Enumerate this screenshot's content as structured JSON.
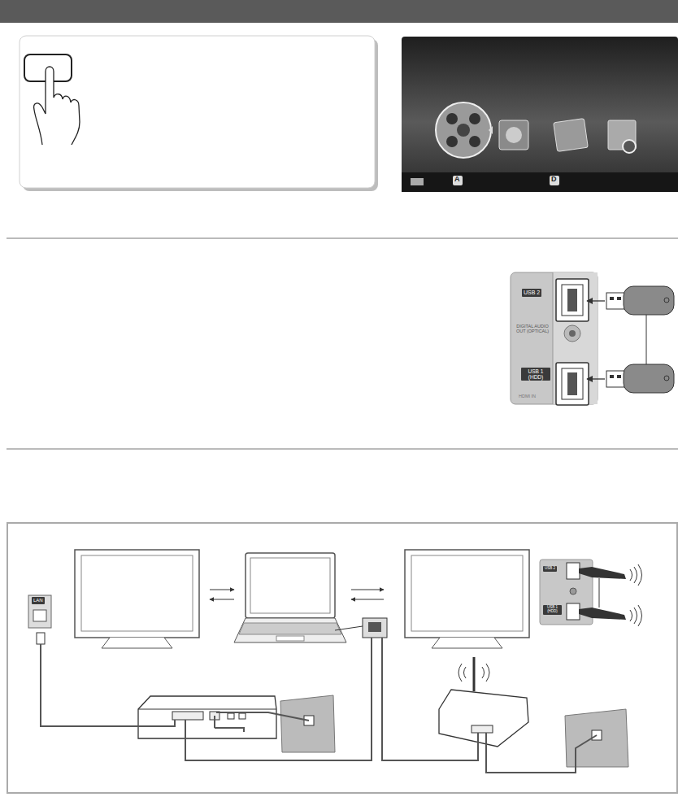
{
  "diagram": {
    "labels": [
      "A",
      "D",
      "USB 2",
      "DIGITAL AUDIO OUT (OPTICAL)",
      "USB 1 (HDD)",
      "HDMI IN",
      "LAN",
      "USB 2",
      "USB 1 (HDD)"
    ]
  }
}
